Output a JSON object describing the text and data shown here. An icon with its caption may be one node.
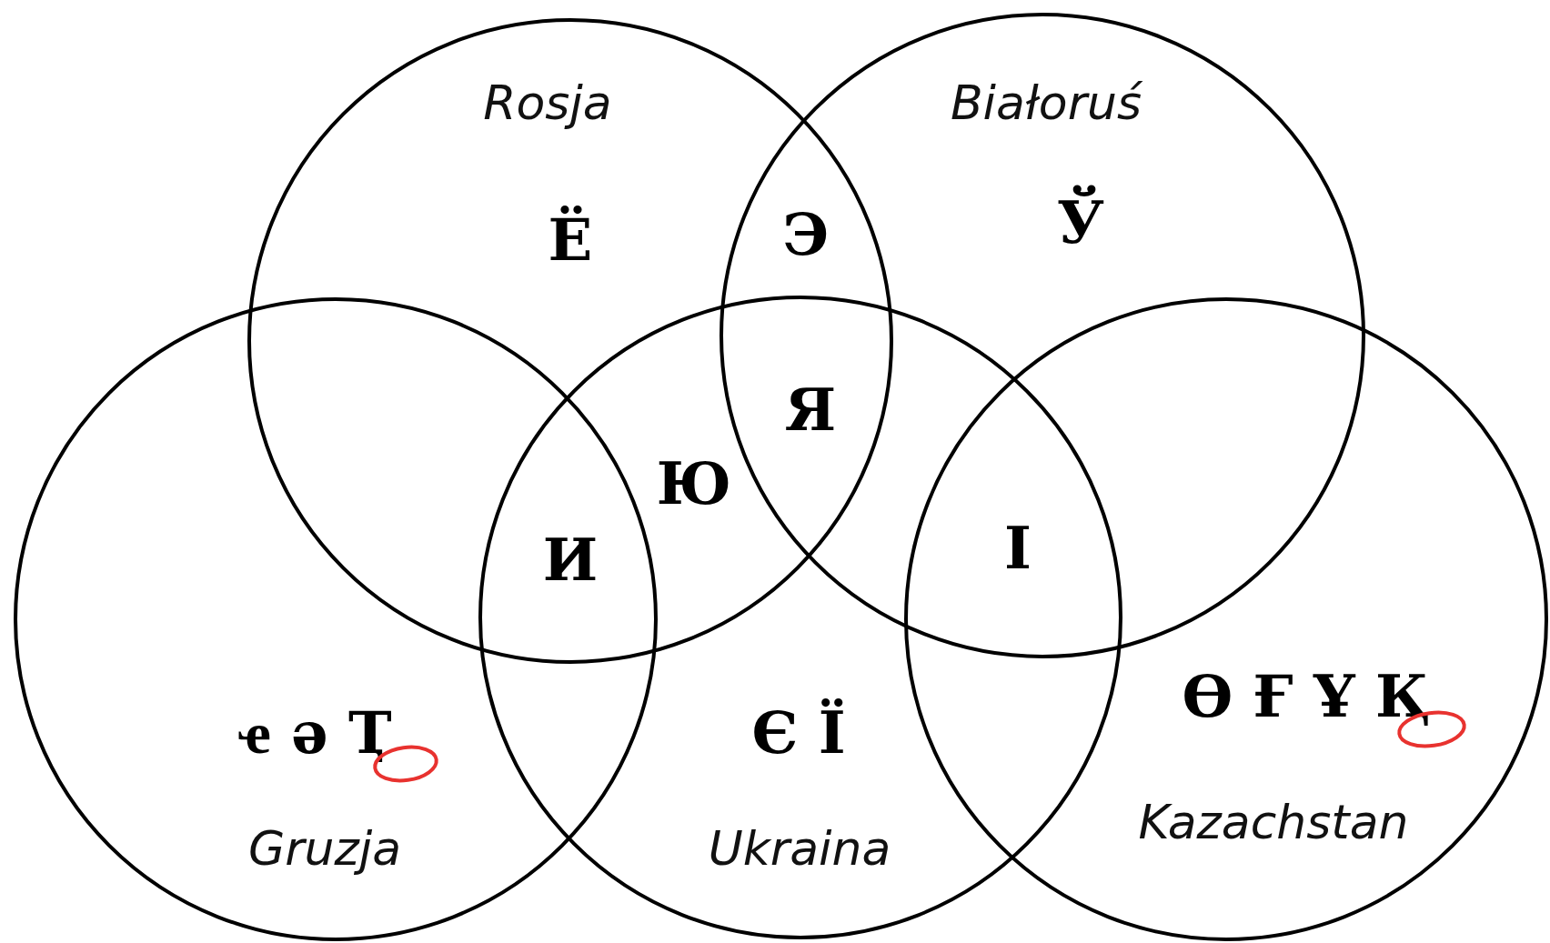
{
  "diagram": {
    "nodes": [
      {
        "text": [
          "Rosja"
        ]
      },
      {
        "text": [
          "Białoruś"
        ]
      },
      {
        "text": [
          "Gruzja"
        ]
      },
      {
        "text": [
          "Ukraina"
        ]
      },
      {
        "text": [
          "Kazachstan"
        ]
      }
    ],
    "labels": [
      "Ё",
      "Э",
      "Ў",
      "Я",
      "Ю",
      "И",
      "І",
      "ҽ ә Ҭ",
      "Є Ї",
      "Ө Ғ Ұ Қ"
    ]
  }
}
